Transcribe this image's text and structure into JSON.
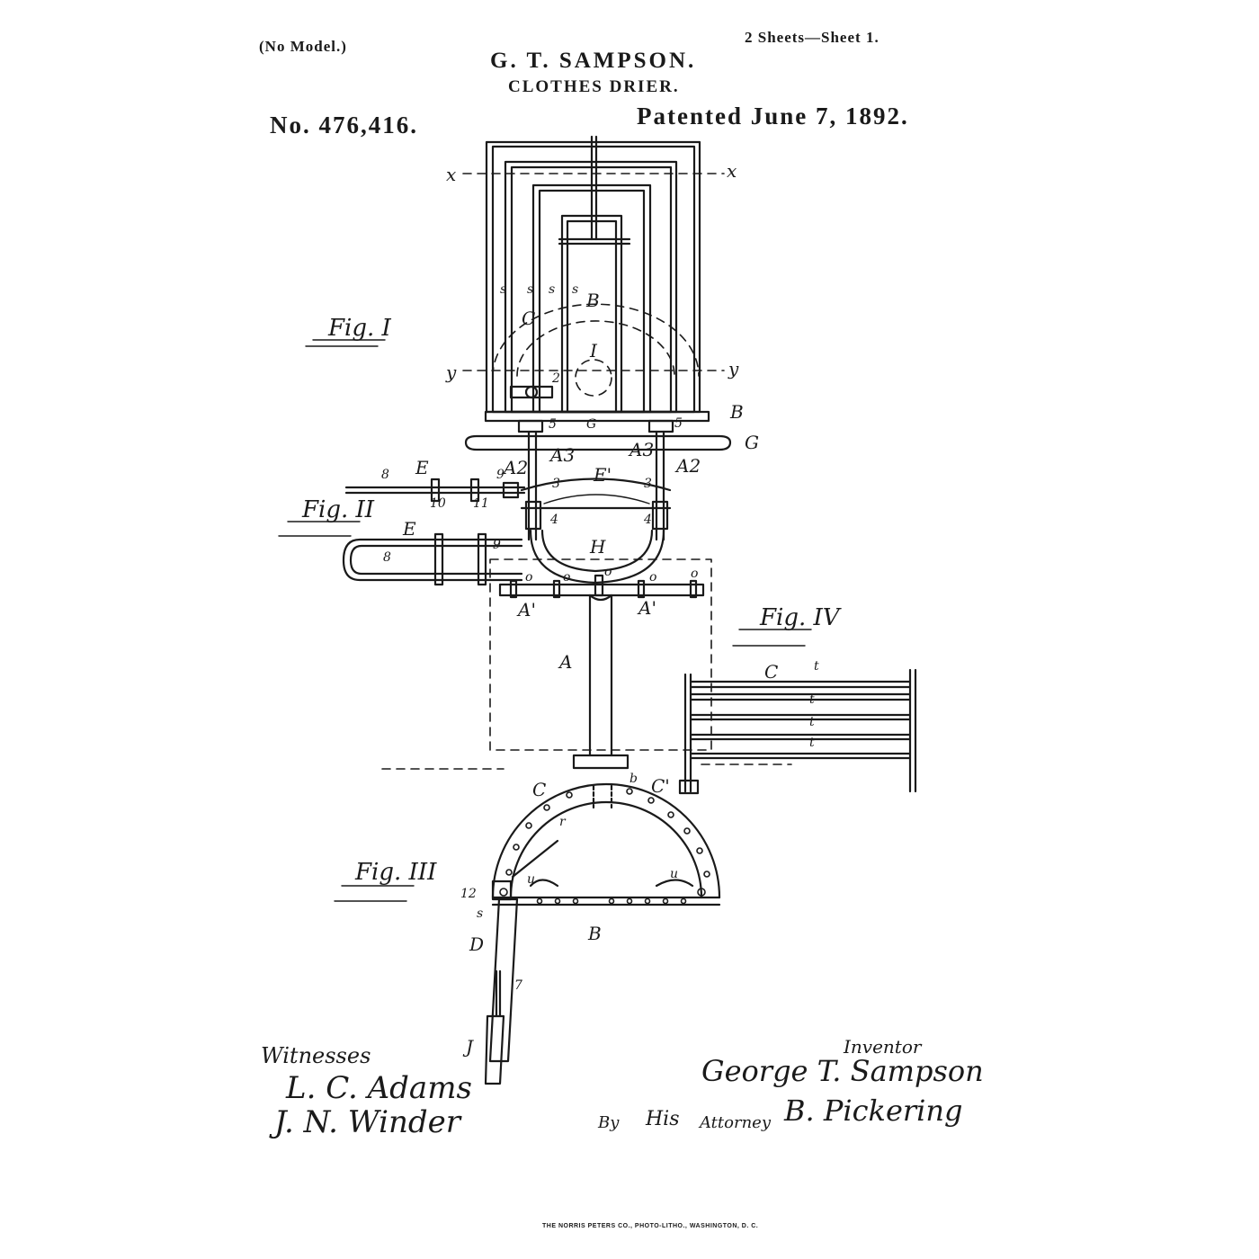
{
  "header": {
    "model": "(No Model.)",
    "sheets": "2 Sheets—Sheet 1.",
    "inventor_name": "G. T. SAMPSON.",
    "title": "CLOTHES DRIER.",
    "patent_no": "No. 476,416.",
    "patented": "Patented June 7, 1892."
  },
  "figures": {
    "fig1": "Fig. I",
    "fig2": "Fig. II",
    "fig3": "Fig. III",
    "fig4": "Fig. IV"
  },
  "labels": {
    "x_left": "x",
    "x_right": "x",
    "y_left": "y",
    "y_right": "y",
    "B_top": "B",
    "C_top": "C",
    "I": "I",
    "two": "2",
    "s1": "s",
    "s2": "s",
    "s3": "s",
    "s4": "s",
    "B_right": "B",
    "G": "G",
    "G_center": "G",
    "five_l": "5",
    "five_r": "5",
    "A3_l": "A3",
    "A3_r": "A3",
    "A2_l": "A2",
    "A2_r": "A2",
    "E1": "E'",
    "E_upper": "E",
    "eight_upper": "8",
    "nine_upper": "9",
    "ten": "10",
    "eleven": "11",
    "three_l": "3",
    "three_r": "3",
    "four_l": "4",
    "four_r": "4",
    "E_lower": "E",
    "eight_lower": "8",
    "nine_lower": "9",
    "H": "H",
    "A1_l": "A'",
    "A1_r": "A'",
    "A": "A",
    "o1": "o",
    "o2": "o",
    "o3": "o",
    "o4": "o",
    "o5": "o",
    "C_fig4": "C",
    "t1": "t",
    "t2": "t",
    "t3": "t",
    "t4": "t",
    "C_fig3": "C",
    "b": "b",
    "C1": "C'",
    "r": "r",
    "u_l": "u",
    "u_r": "u",
    "twelve": "12",
    "s_left": "s",
    "B_bottom": "B",
    "D": "D",
    "seven": "7",
    "J": "J"
  },
  "signatures": {
    "witnesses": "Witnesses",
    "witness1": "L. C. Adams",
    "witness2": "J. N. Winder",
    "inventor_label": "Inventor",
    "inventor": "George T. Sampson",
    "by": "By",
    "his": "His",
    "attorney": "Attorney",
    "attorney_name": "B. Pickering"
  },
  "footer": {
    "printer": "THE NORRIS PETERS CO., PHOTO-LITHO., WASHINGTON, D. C."
  }
}
